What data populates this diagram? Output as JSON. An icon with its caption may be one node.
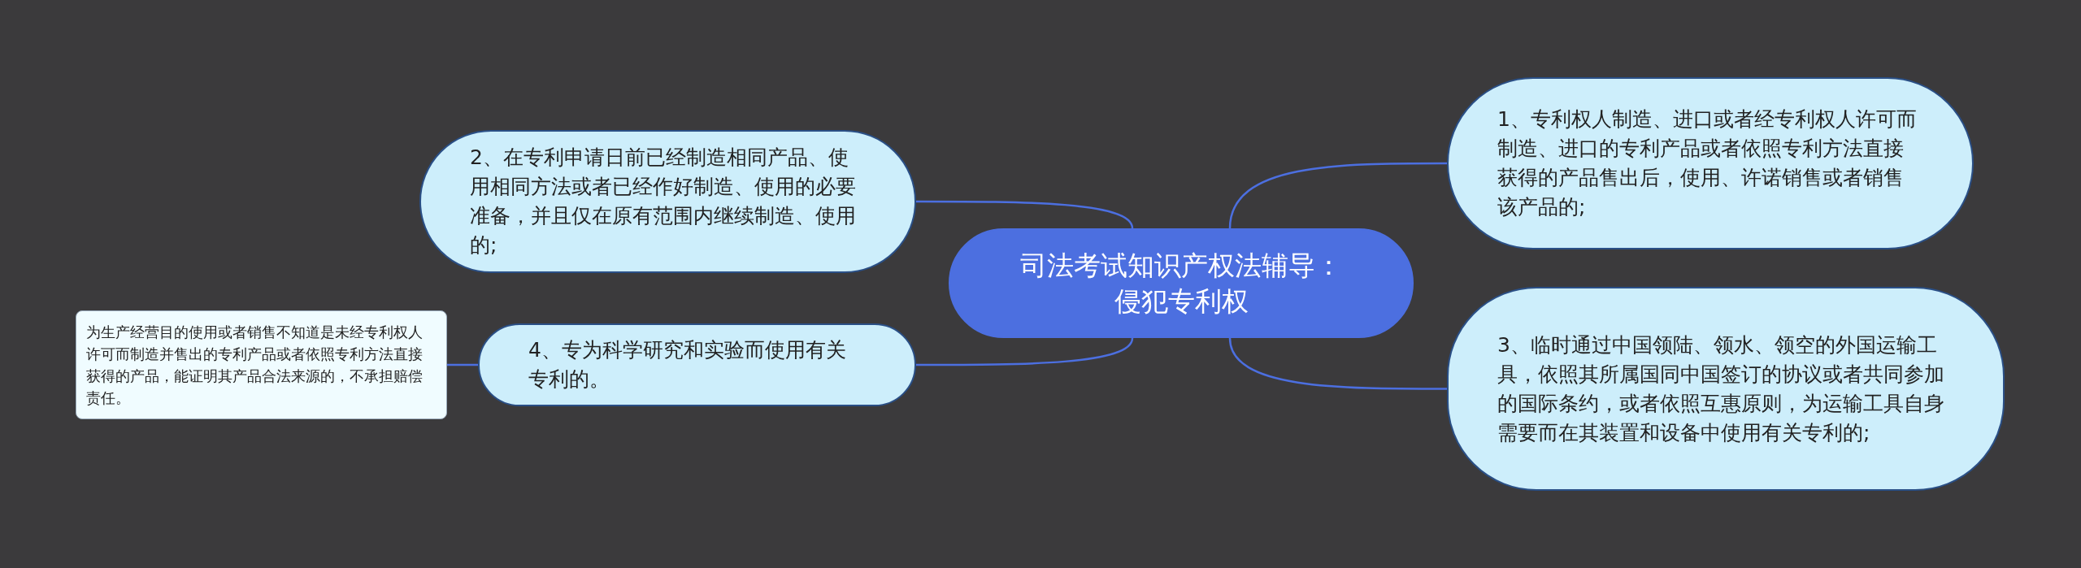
{
  "diagram": {
    "nodes": [
      {
        "text": [
          "司法考试知识产权法辅导：侵犯专利权"
        ]
      },
      {
        "text": [
          "1、专利权人制造、进口或者经专利权人许可而制造、进口的专利产品或者依照专利方法直接获得的产品售出后，使用、许诺销售或者销售该产品的;"
        ]
      },
      {
        "text": [
          "2、在专利申请日前已经制造相同产品、使用相同方法或者已经作好制造、使用的必要准备，并且仅在原有范围内继续制造、使用的;"
        ]
      },
      {
        "text": [
          "3、临时通过中国领陆、领水、领空的外国运输工具，依照其所属国同中国签订的协议或者共同参加的国际条约，或者依照互惠原则，为运输工具自身需要而在其装置和设备中使用有关专利的;"
        ]
      },
      {
        "text": [
          "4、专为科学研究和实验而使用有关专利的。"
        ]
      },
      {
        "text": [
          "为生产经营目的使用或者销售不知道是未经专利权人许可而制造并售出的专利产品或者依照专利方法直接获得的产品，能证明其产品合法来源的，不承担赔偿责任。"
        ]
      }
    ],
    "edges": [
      {
        "from": 0,
        "to": 1,
        "arrow": "none"
      },
      {
        "from": 0,
        "to": 2,
        "arrow": "none"
      },
      {
        "from": 0,
        "to": 3,
        "arrow": "none"
      },
      {
        "from": 0,
        "to": 4,
        "arrow": "none"
      },
      {
        "from": 4,
        "to": 5,
        "arrow": "none"
      }
    ]
  }
}
